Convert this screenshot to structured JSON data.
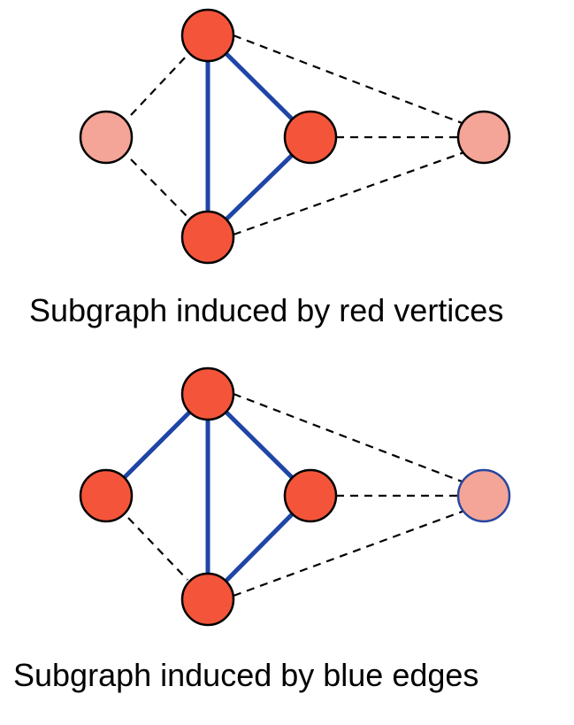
{
  "diagrams": [
    {
      "caption": "Subgraph induced by red vertices",
      "vertices": [
        {
          "id": "top",
          "state": "red"
        },
        {
          "id": "left",
          "state": "faded"
        },
        {
          "id": "middle",
          "state": "red"
        },
        {
          "id": "bottom",
          "state": "red"
        },
        {
          "id": "right",
          "state": "faded"
        }
      ],
      "edges": [
        {
          "from": "top",
          "to": "bottom",
          "style": "blue-solid"
        },
        {
          "from": "top",
          "to": "middle",
          "style": "blue-solid"
        },
        {
          "from": "middle",
          "to": "bottom",
          "style": "blue-solid"
        },
        {
          "from": "left",
          "to": "top",
          "style": "dashed"
        },
        {
          "from": "left",
          "to": "bottom",
          "style": "dashed"
        },
        {
          "from": "top",
          "to": "right",
          "style": "dashed"
        },
        {
          "from": "middle",
          "to": "right",
          "style": "dashed"
        },
        {
          "from": "bottom",
          "to": "right",
          "style": "dashed"
        }
      ]
    },
    {
      "caption": "Subgraph induced by blue edges",
      "vertices": [
        {
          "id": "top",
          "state": "red"
        },
        {
          "id": "left",
          "state": "red"
        },
        {
          "id": "middle",
          "state": "red"
        },
        {
          "id": "bottom",
          "state": "red"
        },
        {
          "id": "right",
          "state": "faded"
        }
      ],
      "edges": [
        {
          "from": "left",
          "to": "top",
          "style": "blue-solid"
        },
        {
          "from": "top",
          "to": "bottom",
          "style": "blue-solid"
        },
        {
          "from": "top",
          "to": "middle",
          "style": "blue-solid"
        },
        {
          "from": "middle",
          "to": "bottom",
          "style": "blue-solid"
        },
        {
          "from": "left",
          "to": "bottom",
          "style": "dashed"
        },
        {
          "from": "top",
          "to": "right",
          "style": "dashed"
        },
        {
          "from": "middle",
          "to": "right",
          "style": "dashed"
        },
        {
          "from": "bottom",
          "to": "right",
          "style": "dashed"
        }
      ]
    }
  ],
  "colors": {
    "vertex_red": "#f4553a",
    "vertex_faded": "#f4a597",
    "edge_blue": "#1f45a6",
    "edge_dashed": "#000000"
  }
}
